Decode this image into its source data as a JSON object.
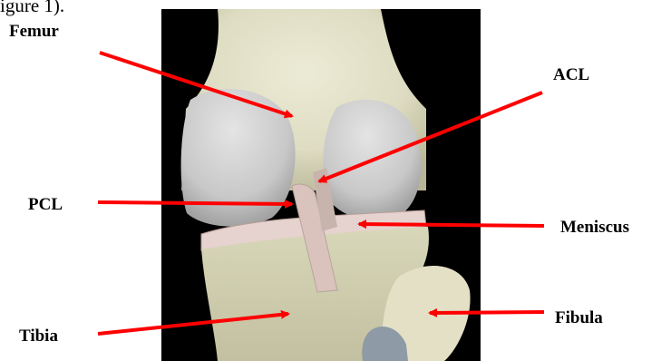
{
  "caption": "igure 1).",
  "labels": {
    "femur": "Femur",
    "acl": "ACL",
    "pcl": "PCL",
    "meniscus": "Meniscus",
    "tibia": "Tibia",
    "fibula": "Fibula"
  },
  "colors": {
    "arrow": "#ff0000",
    "background": "#000000",
    "bone": "#e4e0c6",
    "cartilage": "#c9c9c9",
    "ligament": "#dcc7c0",
    "meniscus": "#e8d3cf"
  }
}
